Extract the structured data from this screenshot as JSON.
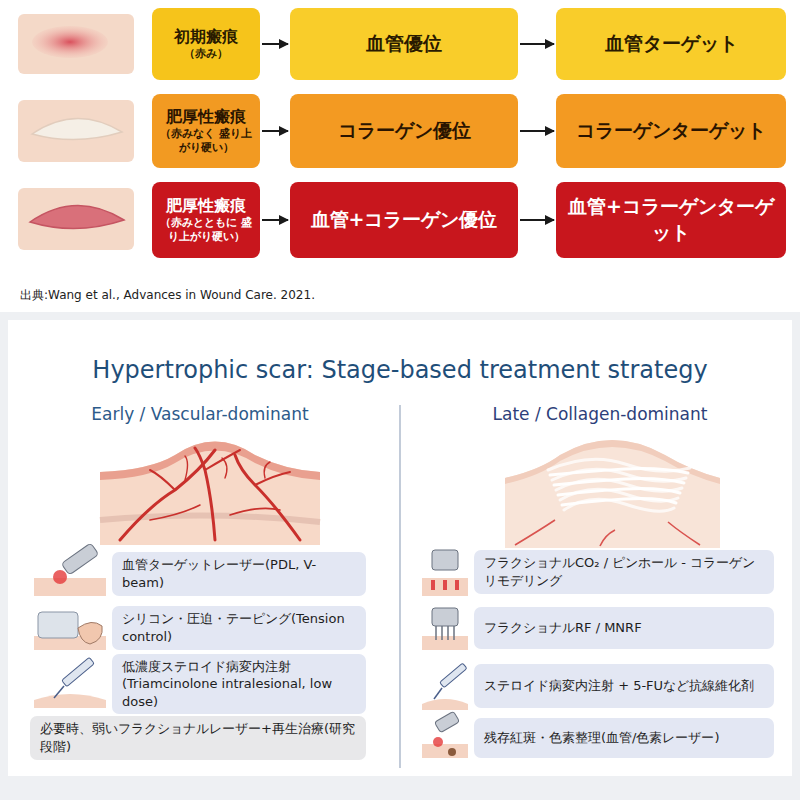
{
  "diagram": {
    "title": "Hypertrophic scar: Stage-based treatment strategy",
    "nodes": [
      {
        "text": [
          "初期瘢痕",
          "（赤み）"
        ]
      },
      {
        "text": [
          "血管優位"
        ]
      },
      {
        "text": [
          "血管ターゲット"
        ]
      },
      {
        "text": [
          "肥厚性瘢痕",
          "（赤みなく 盛り上がり硬い）"
        ]
      },
      {
        "text": [
          "コラーゲン優位"
        ]
      },
      {
        "text": [
          "コラーゲンターゲット"
        ]
      },
      {
        "text": [
          "肥厚性瘢痕",
          "（赤みとともに 盛り上がり硬い）"
        ]
      },
      {
        "text": [
          "血管+コラーゲン優位"
        ]
      },
      {
        "text": [
          "血管+コラーゲンターゲット"
        ]
      },
      {
        "text": [
          "血管ターゲットレーザー(PDL, V-beam)"
        ]
      },
      {
        "text": [
          "シリコン・圧迫・テーピング(Tension control)"
        ]
      },
      {
        "text": [
          "低濃度ステロイド病変内注射 (Triamcinolone intralesional, low dose)"
        ]
      },
      {
        "text": [
          "必要時、弱いフラクショナルレーザー+再生治療(研究段階)"
        ]
      },
      {
        "text": [
          "フラクショナルCO₂ / ピンホール - コラーゲンリモデリング"
        ]
      },
      {
        "text": [
          "フラクショナルRF / MNRF"
        ]
      },
      {
        "text": [
          "ステロイド病変内注射 + 5-FUなど抗線維化剤"
        ]
      },
      {
        "text": [
          "残存紅斑・色素整理(血管/色素レーザー)"
        ]
      }
    ],
    "edges": [
      {
        "from": 0,
        "to": 1,
        "arrow": "to"
      },
      {
        "from": 1,
        "to": 2,
        "arrow": "to"
      },
      {
        "from": 3,
        "to": 4,
        "arrow": "to"
      },
      {
        "from": 4,
        "to": 5,
        "arrow": "to"
      },
      {
        "from": 6,
        "to": 7,
        "arrow": "to"
      },
      {
        "from": 7,
        "to": 8,
        "arrow": "to"
      }
    ],
    "labels": [
      "出典:Wang et al., Advances in Wound Care. 2021.",
      "Early / Vascular-dominant",
      "Late / Collagen-dominant"
    ]
  }
}
